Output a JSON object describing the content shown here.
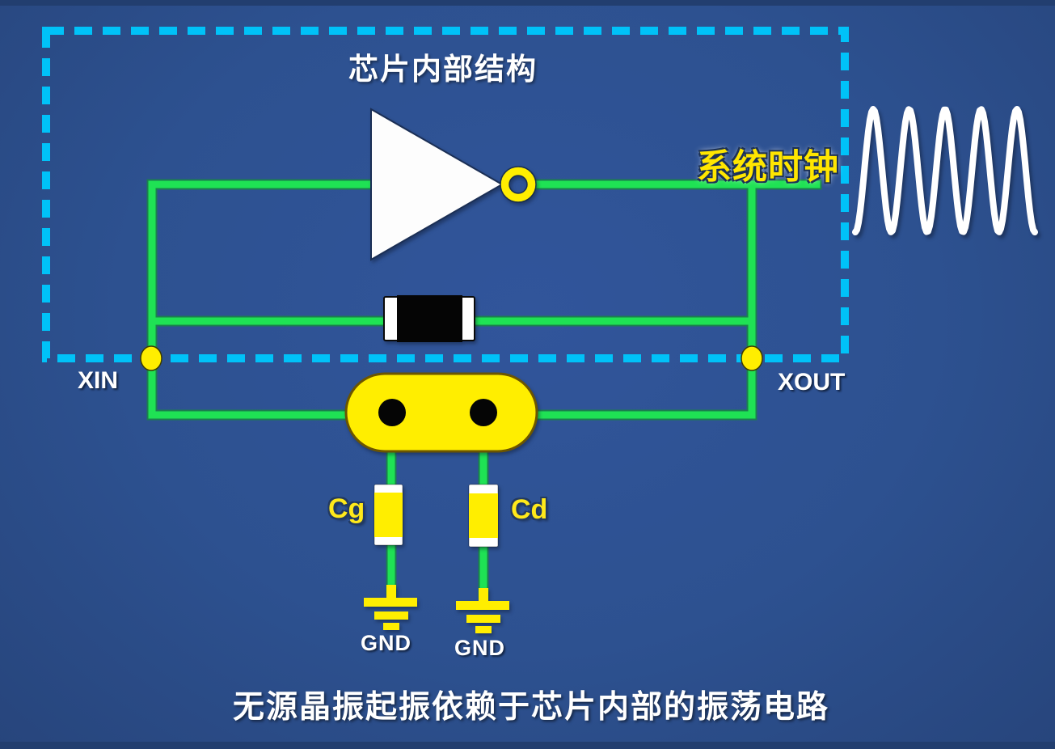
{
  "scene": {
    "title": "芯片内部结构",
    "caption": "无源晶振起振依赖于芯片内部的振荡电路"
  },
  "labels": {
    "system_clock": "系统时钟",
    "xin": "XIN",
    "xout": "XOUT",
    "cap_left": "Cg",
    "cap_right": "Cd",
    "gnd_left": "GND",
    "gnd_right": "GND"
  },
  "icons": {
    "inverter": "inverter-gate-icon",
    "inverter_bubble": "not-bubble-icon",
    "feedback_resistor": "resistor-icon",
    "crystal": "crystal-icon",
    "capacitor_left": "capacitor-icon",
    "capacitor_right": "capacitor-icon",
    "ground_left": "ground-icon",
    "ground_right": "ground-icon",
    "clock_waveform": "sine-wave-icon"
  },
  "colors": {
    "background": "#2d5190",
    "edge_bars": "#223e6f",
    "frame_dash_cyan": "#00c2f8",
    "wire_green": "#1fe254",
    "wire_green_edge": "#1b7f4e",
    "accent_yellow": "#ffee00",
    "component_black": "#050505",
    "component_white": "#ffffff",
    "text_white": "#ffffff",
    "clock_text_yellow": "#ffe600"
  }
}
